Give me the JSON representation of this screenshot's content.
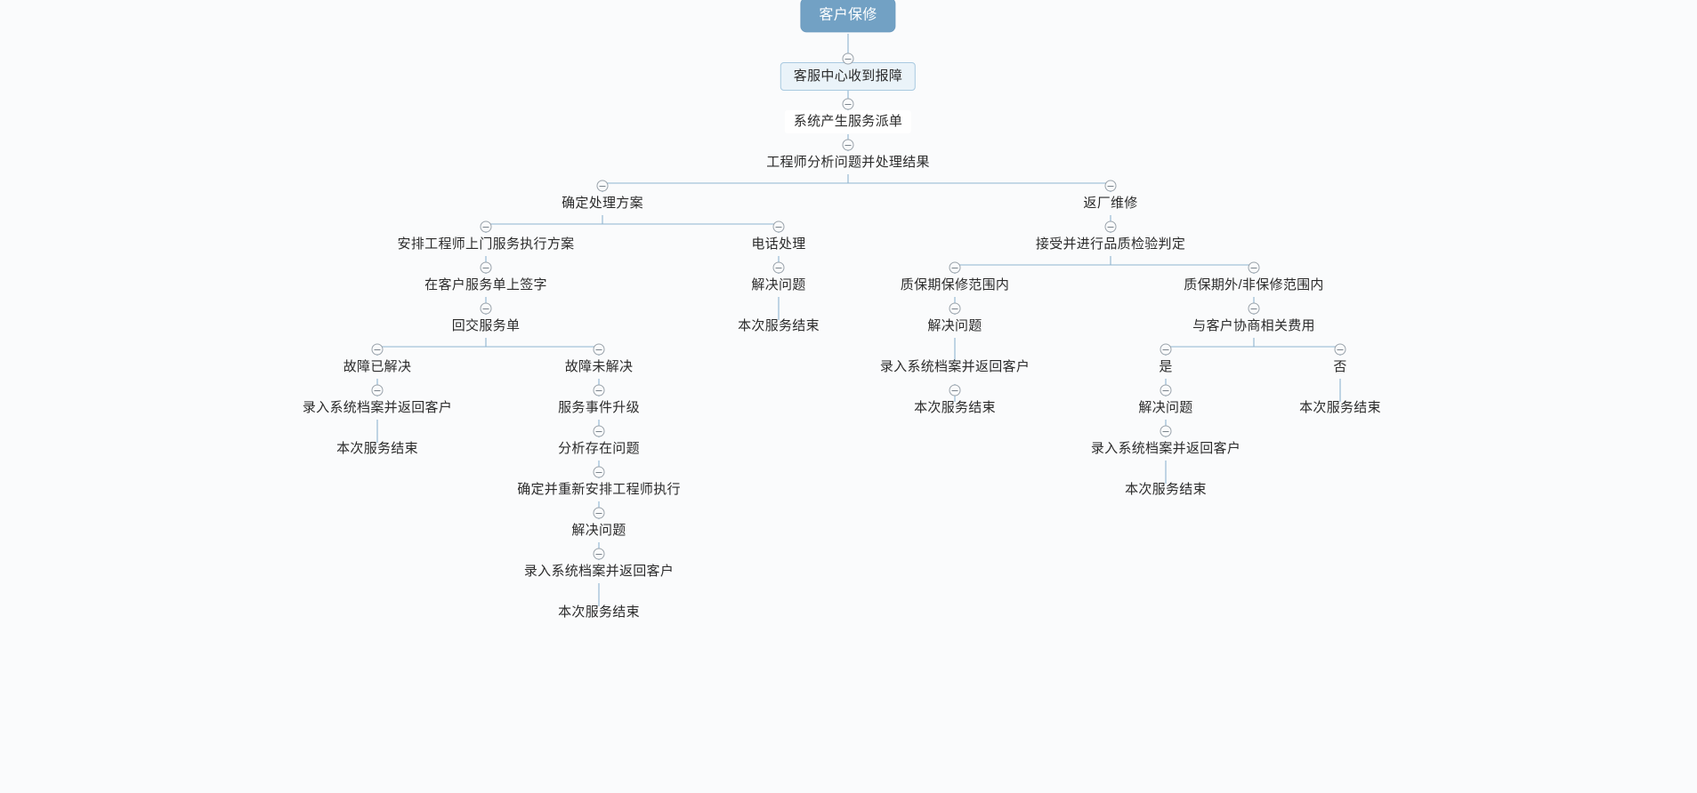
{
  "diagram": {
    "type": "mindmap",
    "title": "客户保修",
    "orientation": "top-down",
    "colors": {
      "background": "#fafbfc",
      "root_fill": "#72a1c4",
      "root_text": "#ffffff",
      "level2_fill": "#eaf3f9",
      "level2_border": "#a8c9e0",
      "edge": "#8fb4cf",
      "text": "#2b2b2b",
      "toggle_border": "#9aa3ab"
    }
  },
  "nodes": {
    "n1": "客户保修",
    "n2": "客服中心收到报障",
    "n3": "系统产生服务派单",
    "n4": "工程师分析问题并处理结果",
    "n5": "确定处理方案",
    "n6": "返厂维修",
    "n7": "安排工程师上门服务执行方案",
    "n8": "电话处理",
    "n9": "接受并进行品质检验判定",
    "n10": "在客户服务单上签字",
    "n11": "解决问题",
    "n12": "质保期保修范围内",
    "n13": "质保期外/非保修范围内",
    "n14": "回交服务单",
    "n15": "本次服务结束",
    "n16": "解决问题",
    "n17": "与客户协商相关费用",
    "n18": "故障已解决",
    "n19": "故障未解决",
    "n20": "录入系统档案并返回客户",
    "n21": "是",
    "n22": "否",
    "n23": "录入系统档案并返回客户",
    "n24": "服务事件升级",
    "n25": "本次服务结束",
    "n26": "解决问题",
    "n27": "本次服务结束",
    "n28": "本次服务结束",
    "n29": "分析存在问题",
    "n30": "录入系统档案并返回客户",
    "n31": "确定并重新安排工程师执行",
    "n32": "本次服务结束",
    "n33": "解决问题",
    "n34": "录入系统档案并返回客户",
    "n35": "本次服务结束"
  },
  "toggles": {
    "label": "collapse-toggle"
  }
}
